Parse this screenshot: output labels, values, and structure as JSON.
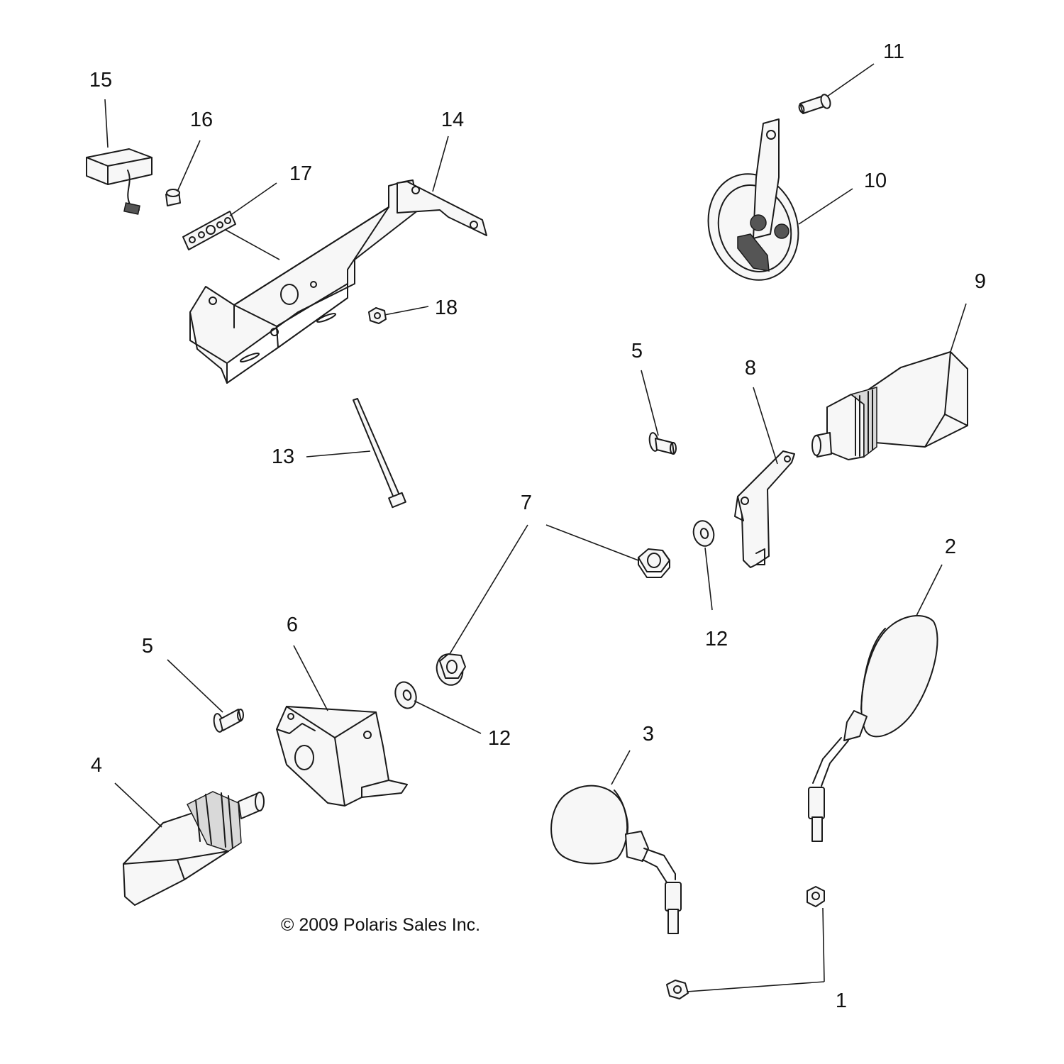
{
  "callouts": {
    "c1": "1",
    "c2": "2",
    "c3": "3",
    "c4": "4",
    "c5a": "5",
    "c5b": "5",
    "c6": "6",
    "c7": "7",
    "c8": "8",
    "c9": "9",
    "c10": "10",
    "c11": "11",
    "c12a": "12",
    "c12b": "12",
    "c13": "13",
    "c14": "14",
    "c15": "15",
    "c16": "16",
    "c17": "17",
    "c18": "18"
  },
  "copyright": "© 2009 Polaris Sales Inc."
}
